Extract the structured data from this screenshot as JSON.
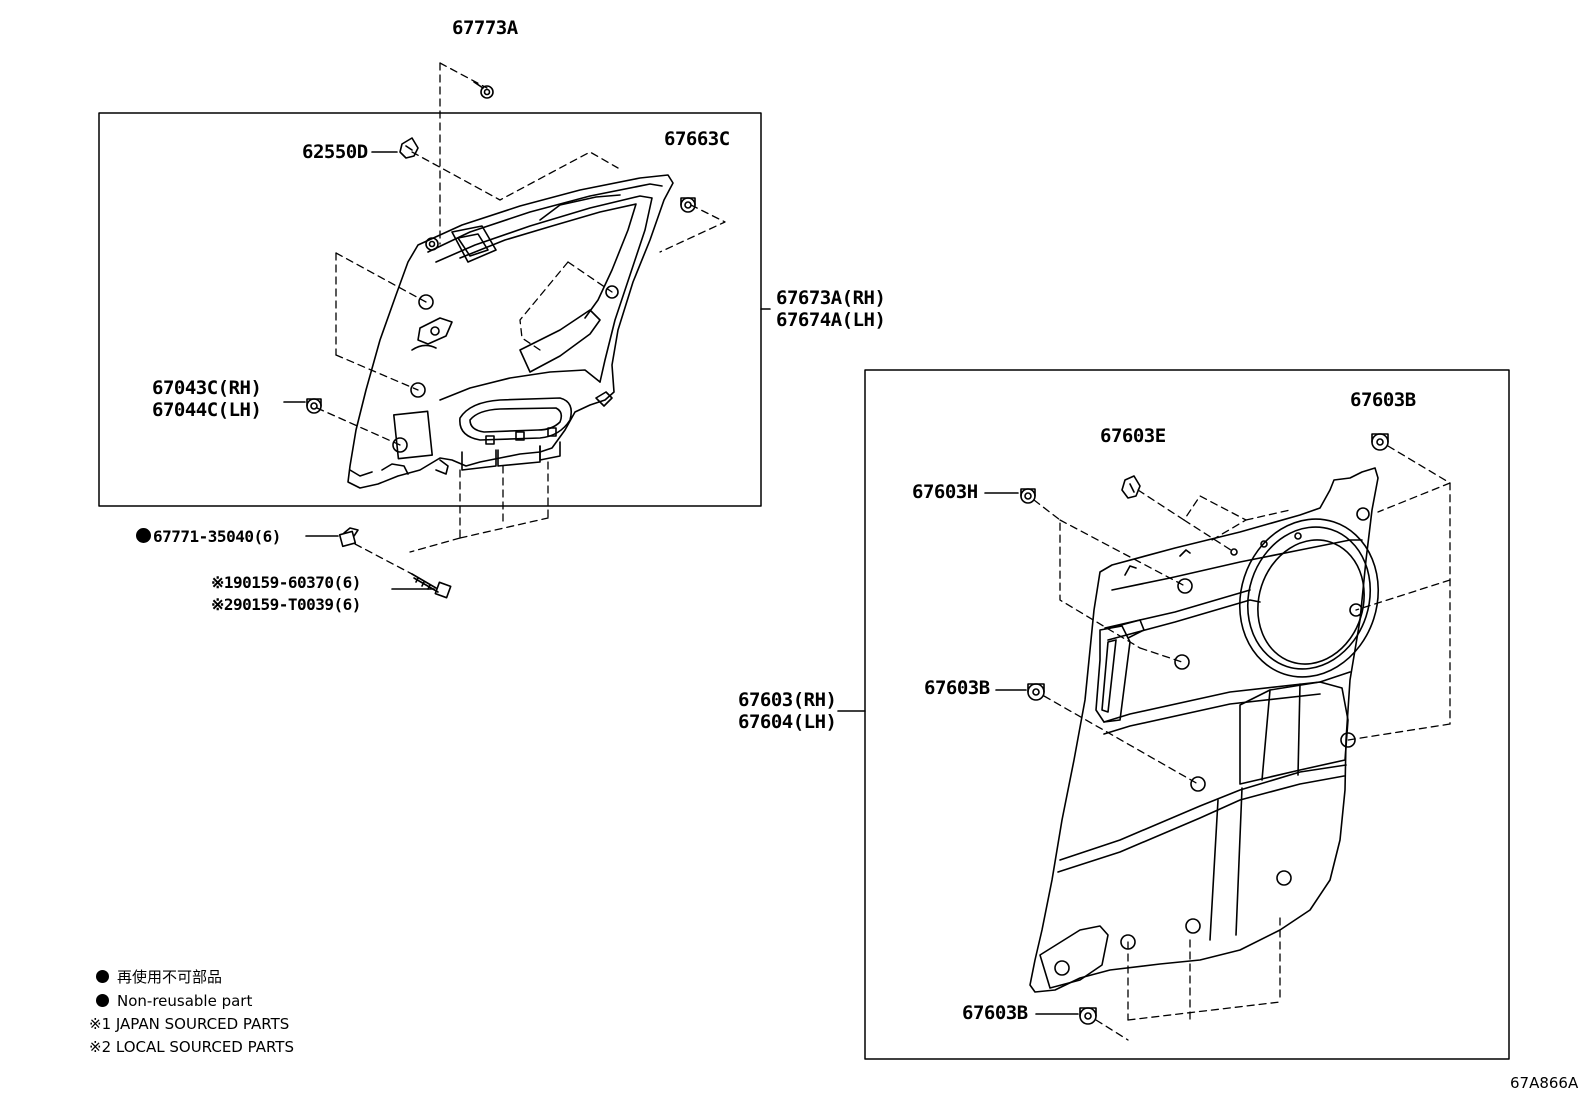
{
  "callouts": {
    "clip_67773a": "67773A",
    "clip_62550d": "62550D",
    "clip_67663c": "67663C",
    "trim_upper_rh": "67673A(RH)",
    "trim_upper_lh": "67674A(LH)",
    "clip_67043c_rh": "67043C(RH)",
    "clip_67044c_lh": "67044C(LH)",
    "nut_67771": "67771-35040(6)",
    "bolt_jp": "※190159-60370(6)",
    "bolt_local": "※290159-T0039(6)",
    "clip_67603b_top": "67603B",
    "clip_67603e": "67603E",
    "clip_67603h": "67603H",
    "clip_67603b_mid": "67603B",
    "clip_67603b_bottom": "67603B",
    "panel_rh": "67603(RH)",
    "panel_lh": "67604(LH)"
  },
  "legend": {
    "non_reusable_jp": "再使用不可部品",
    "non_reusable_en": "Non-reusable part",
    "japan_sourced": "※1 JAPAN SOURCED PARTS",
    "local_sourced": "※2 LOCAL SOURCED PARTS"
  },
  "figure_code": "67A866A"
}
